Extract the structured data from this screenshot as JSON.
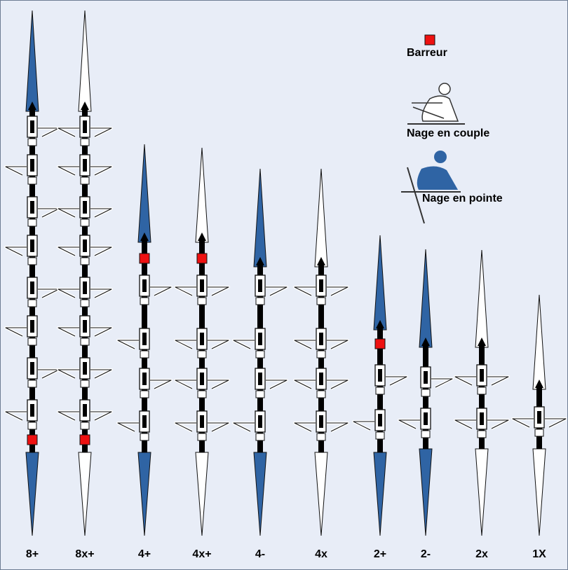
{
  "colors": {
    "background": "#e8edf7",
    "sweep_hull": "#2f64a4",
    "sculling_hull": "#ffffff",
    "coxswain": "#ee1111",
    "outline": "#111111"
  },
  "boats": [
    {
      "label": "8+",
      "rowers": 8,
      "oar_type": "sweep",
      "coxed": true,
      "cox_position": "stern"
    },
    {
      "label": "8x+",
      "rowers": 8,
      "oar_type": "sculling",
      "coxed": true,
      "cox_position": "stern"
    },
    {
      "label": "4+",
      "rowers": 4,
      "oar_type": "sweep",
      "coxed": true,
      "cox_position": "bow"
    },
    {
      "label": "4x+",
      "rowers": 4,
      "oar_type": "sculling",
      "coxed": true,
      "cox_position": "bow"
    },
    {
      "label": "4-",
      "rowers": 4,
      "oar_type": "sweep",
      "coxed": false
    },
    {
      "label": "4x",
      "rowers": 4,
      "oar_type": "sculling",
      "coxed": false
    },
    {
      "label": "2+",
      "rowers": 2,
      "oar_type": "sweep",
      "coxed": true,
      "cox_position": "bow"
    },
    {
      "label": "2-",
      "rowers": 2,
      "oar_type": "sweep",
      "coxed": false
    },
    {
      "label": "2x",
      "rowers": 2,
      "oar_type": "sculling",
      "coxed": false
    },
    {
      "label": "1X",
      "rowers": 1,
      "oar_type": "sculling",
      "coxed": false
    }
  ],
  "legend": {
    "coxswain": "Barreur",
    "sculling": "Nage en couple",
    "sweep": "Nage en pointe",
    "coxswain_icon": "red-square",
    "sculling_icon": "sculler-pictogram",
    "sweep_icon": "sweep-rower-pictogram"
  }
}
